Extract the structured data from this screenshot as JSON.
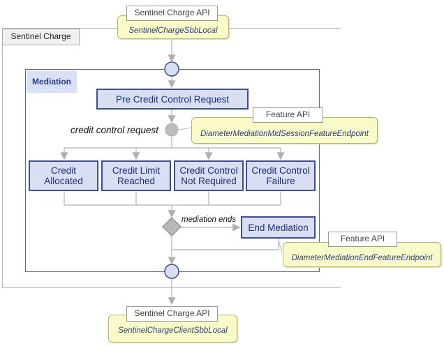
{
  "diagram": {
    "outer_title": "Sentinel Charge",
    "mediation_title": "Mediation",
    "top_api": {
      "label": "Sentinel Charge API",
      "interface": "SentinelChargeSbbLocal"
    },
    "bottom_api": {
      "label": "Sentinel Charge API",
      "interface": "SentinelChargeClientSbbLocal"
    },
    "feature_api_mid": {
      "label": "Feature API",
      "interface": "DiameterMediationMidSessionFeatureEndpoint"
    },
    "feature_api_end": {
      "label": "Feature API",
      "interface": "DiameterMediationEndFeatureEndpoint"
    },
    "states": {
      "pre_ccr": "Pre Credit Control Request",
      "credit_allocated": "Credit\nAllocated",
      "credit_limit_reached": "Credit Limit\nReached",
      "credit_control_not_required": "Credit Control\nNot Required",
      "credit_control_failure": "Credit Control\nFailure",
      "end_mediation": "End Mediation"
    },
    "notes": {
      "credit_control_request": "credit control request",
      "mediation_ends": "mediation ends"
    }
  }
}
